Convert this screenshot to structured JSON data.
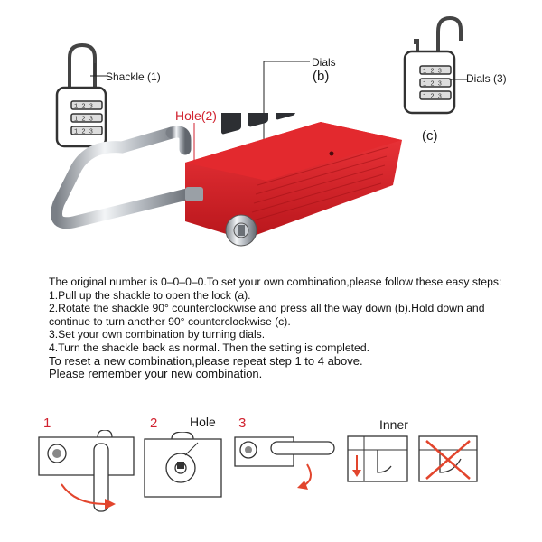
{
  "labels": {
    "shackle_callout": "Shackle (1)",
    "dials_callout": "Dials",
    "dials_callout_letter": "(b)",
    "hole_callout": "Hole(2)",
    "dials3_callout": "Dials (3)",
    "panel_c_letter": "(c)"
  },
  "instructions": {
    "intro": "The original number is 0–0–0–0.To set your own combination,please follow these easy steps:",
    "step1": "1.Pull up the shackle to open the lock (a).",
    "step2": "2.Rotate the shackle 90°   counterclockwise and press all the way down (b).Hold down and continue to turn another 90°  counterclockwise (c).",
    "step3": "3.Set your own combination by turning dials.",
    "step4": "4.Turn the shackle back as normal. Then the setting is completed.",
    "reset": "To reset a new combination,please repeat step 1 to 4 above.",
    "remember": "Please remember your new combination."
  },
  "steps_diagram": {
    "step1_num": "1",
    "step2_num": "2",
    "step2_word": "Hole",
    "step3_num": "3",
    "inner_word": "Inner"
  },
  "colors": {
    "lock_red": "#e0262c",
    "step_red": "#d1222f",
    "arrow_red": "#e2452d"
  }
}
